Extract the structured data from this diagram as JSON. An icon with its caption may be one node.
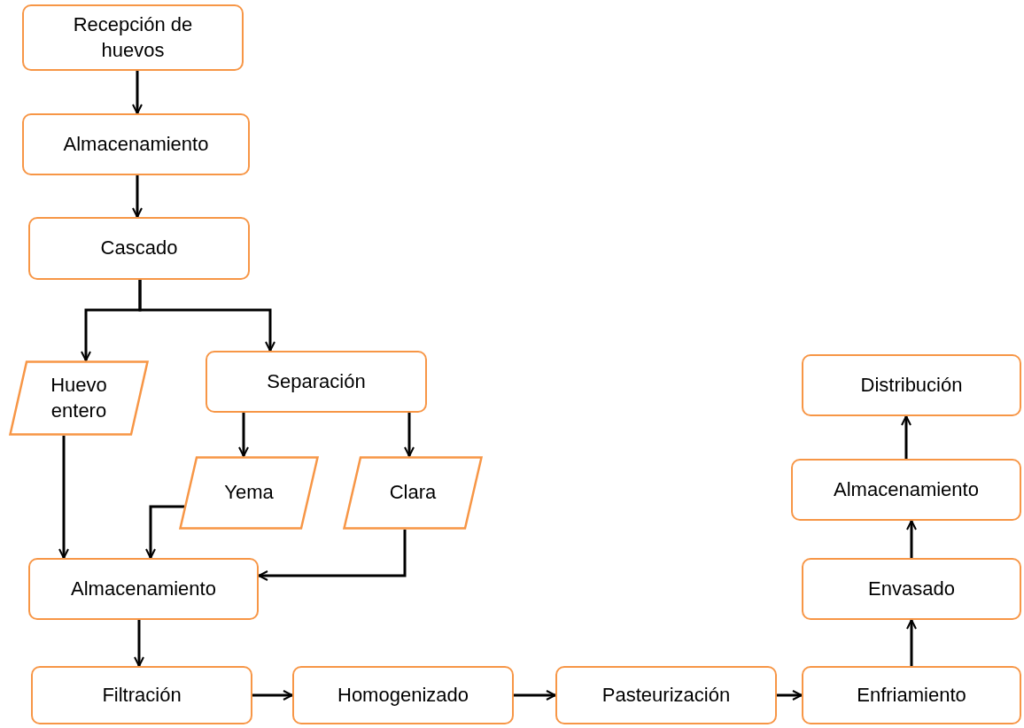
{
  "diagram": {
    "nodes": [
      {
        "text": [
          "Recepción de huevos"
        ]
      },
      {
        "text": [
          "Almacenamiento"
        ]
      },
      {
        "text": [
          "Cascado"
        ]
      },
      {
        "text": [
          "Huevo entero"
        ]
      },
      {
        "text": [
          "Separación"
        ]
      },
      {
        "text": [
          "Yema"
        ]
      },
      {
        "text": [
          "Clara"
        ]
      },
      {
        "text": [
          "Almacenamiento"
        ]
      },
      {
        "text": [
          "Filtración"
        ]
      },
      {
        "text": [
          "Homogenizado"
        ]
      },
      {
        "text": [
          "Pasteurización"
        ]
      },
      {
        "text": [
          "Enfriamiento"
        ]
      },
      {
        "text": [
          "Envasado"
        ]
      },
      {
        "text": [
          "Almacenamiento"
        ]
      },
      {
        "text": [
          "Distribución"
        ]
      }
    ],
    "edges": [
      {
        "from": 0,
        "to": 1,
        "arrow": "to"
      },
      {
        "from": 1,
        "to": 2,
        "arrow": "to"
      },
      {
        "from": 2,
        "to": 3,
        "arrow": "to"
      },
      {
        "from": 2,
        "to": 4,
        "arrow": "to"
      },
      {
        "from": 4,
        "to": 5,
        "arrow": "to"
      },
      {
        "from": 4,
        "to": 6,
        "arrow": "to"
      },
      {
        "from": 3,
        "to": 7,
        "arrow": "to"
      },
      {
        "from": 5,
        "to": 7,
        "arrow": "to"
      },
      {
        "from": 6,
        "to": 7,
        "arrow": "to"
      },
      {
        "from": 7,
        "to": 8,
        "arrow": "to"
      },
      {
        "from": 8,
        "to": 9,
        "arrow": "to"
      },
      {
        "from": 9,
        "to": 10,
        "arrow": "to"
      },
      {
        "from": 10,
        "to": 11,
        "arrow": "to"
      },
      {
        "from": 11,
        "to": 12,
        "arrow": "to"
      },
      {
        "from": 12,
        "to": 13,
        "arrow": "to"
      },
      {
        "from": 13,
        "to": 14,
        "arrow": "to"
      }
    ]
  }
}
